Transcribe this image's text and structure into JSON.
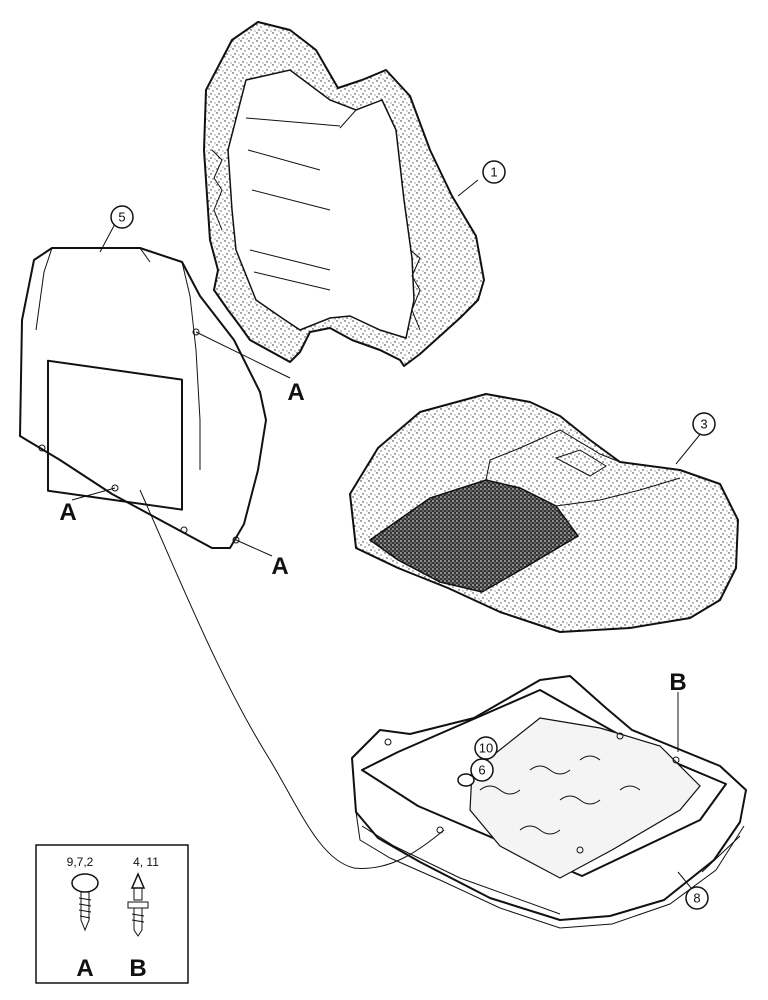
{
  "callouts": {
    "c1": "1",
    "c3": "3",
    "c5": "5",
    "c6": "6",
    "c8": "8",
    "c10": "10"
  },
  "letters": {
    "a_top": "A",
    "a_left": "A",
    "a_bottom": "A",
    "b_frame": "B"
  },
  "legend": {
    "screw_label": "9,7,2",
    "clip_label": "4, 11",
    "screw_letter": "A",
    "clip_letter": "B"
  }
}
